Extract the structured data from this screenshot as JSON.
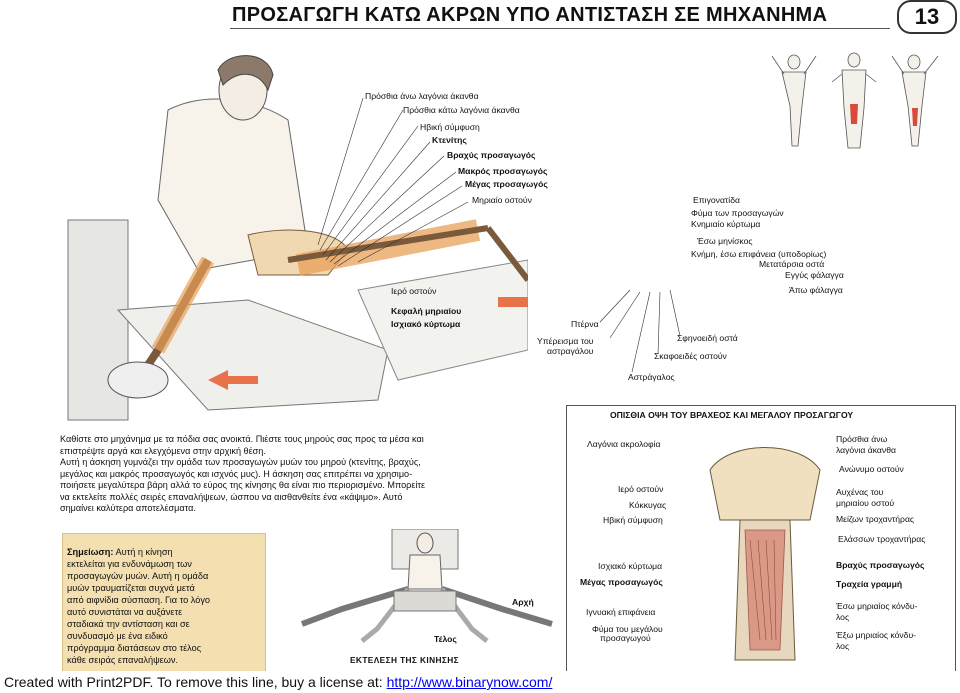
{
  "title": "ΠΡΟΣΑΓΩΓΗ ΚΑΤΩ ΑΚΡΩΝ ΥΠΟ ΑΝΤΙΣΤΑΣΗ ΣΕ ΜΗΧΑΝΗΜΑ",
  "page_number": "13",
  "top_labels": [
    {
      "text": "Πρόσθια άνω λαγόνια άκανθα",
      "bold": false
    },
    {
      "text": "Πρόσθια κάτω λαγόνια άκανθα",
      "bold": false
    },
    {
      "text": "Ηβική σύμφυση",
      "bold": false
    },
    {
      "text": "Κτενίτης",
      "bold": true
    },
    {
      "text": "Βραχύς προσαγωγός",
      "bold": true
    },
    {
      "text": "Μακρός προσαγωγός",
      "bold": true
    },
    {
      "text": "Μέγας προσαγωγός",
      "bold": true
    },
    {
      "text": "Μηριαίο οστούν",
      "bold": false
    }
  ],
  "right_labels": [
    "Επιγονατίδα",
    "Φύμα των προσαγωγών",
    "Κνημιαίο κύρτωμα",
    "Έσω μηνίσκος",
    "Κνήμη, έσω επιφάνεια (υποδορίως)",
    "Μετατάρσια οστά",
    "Εγγύς φάλαγγα",
    "Άπω φάλαγγα"
  ],
  "left_labels": [
    {
      "text": "Ιερό οστούν",
      "bold": false
    },
    {
      "text": "Κεφαλή μηριαίου",
      "bold": true
    },
    {
      "text": "Ισχιακό κύρτωμα",
      "bold": true
    }
  ],
  "foot_labels": {
    "pterna": "Πτέρνα",
    "yperisma1": "Υπέρεισμα του",
    "yperisma2": "αστραγάλου",
    "sfinoeidi": "Σφηνοειδή οστά",
    "skafoeides": "Σκαφοειδές οστούν",
    "astragalos": "Αστράγαλος"
  },
  "body_lines": [
    "Καθίστε στο μηχάνημα με τα πόδια σας ανοικτά. Πιέστε τους μηρούς σας προς τα μέσα και",
    "επιστρέψτε αργά και ελεγχόμενα στην αρχική θέση.",
    "Αυτή η άσκηση γυμνάζει την ομάδα των προσαγωγών μυών του μηρού (κτενίτης, βραχύς,",
    "μεγάλος και μακρός προσαγωγός και ισχνός μυς). Η άσκηση σας επιτρέπει να χρησιμο-",
    "ποιήσετε μεγαλύτερα βάρη αλλά το εύρος της κίνησης θα είναι πιο περιορισμένο. Μπορείτε",
    "να εκτελείτε πολλές σειρές επαναλήψεων, ώσπου να αισθανθείτε ένα «κάψιμο». Αυτό",
    "σημαίνει καλύτερα αποτελέσματα."
  ],
  "note": {
    "heading": "Σημείωση:",
    "lines": [
      "Αυτή η κίνηση",
      "εκτελείται για ενδυνάμωση των",
      "προσαγωγών μυών. Αυτή η ομάδα",
      "μυών τραυματίζεται συχνά μετά",
      "από αιφνίδια σύσπαση. Για το λόγο",
      "αυτό συνιστάται να αυξάνετε",
      "σταδιακά την αντίσταση και σε",
      "συνδυασμό με ένα ειδικό",
      "πρόγραμμα διατάσεων στο τέλος",
      "κάθε σειράς επαναλήψεων."
    ]
  },
  "execution": {
    "start": "Αρχή",
    "end": "Τέλος",
    "caption": "ΕΚΤΕΛΕΣΗ ΤΗΣ ΚΙΝΗΣΗΣ"
  },
  "rear_panel": {
    "title": "ΟΠΙΣΘΙΑ ΟΨΗ ΤΟΥ ΒΡΑΧΕΟΣ ΚΑΙ ΜΕΓΑΛΟΥ ΠΡΟΣΑΓΩΓΟΥ",
    "left": [
      {
        "text": "Λαγόνια ακρολοφία",
        "bold": false
      },
      {
        "text": "Ιερό οστούν",
        "bold": false
      },
      {
        "text": "Κόκκυγας",
        "bold": false
      },
      {
        "text": "Ηβική σύμφυση",
        "bold": false
      },
      {
        "text": "Ισχιακό κύρτωμα",
        "bold": false
      },
      {
        "text": "Μέγας προσαγωγός",
        "bold": true
      },
      {
        "text": "Ιγνυακή επιφάνεια",
        "bold": false
      },
      {
        "text": "Φύμα του μεγάλου",
        "bold": false
      },
      {
        "text": "προσαγωγού",
        "bold": false
      }
    ],
    "right": [
      {
        "text": "Πρόσθια άνω",
        "bold": false
      },
      {
        "text": "λαγόνια άκανθα",
        "bold": false
      },
      {
        "text": "Ανώνυμο οστούν",
        "bold": false
      },
      {
        "text": "Αυχένας του",
        "bold": false
      },
      {
        "text": "μηριαίου οστού",
        "bold": false
      },
      {
        "text": "Μείζων τροχαντήρας",
        "bold": false
      },
      {
        "text": "Ελάσσων τροχαντήρας",
        "bold": false
      },
      {
        "text": "Βραχύς προσαγωγός",
        "bold": true
      },
      {
        "text": "Τραχεία γραμμή",
        "bold": true
      },
      {
        "text": "Έσω μηριαίος κόνδυ-",
        "bold": false
      },
      {
        "text": "λος",
        "bold": false
      },
      {
        "text": "Έξω μηριαίος κόνδυ-",
        "bold": false
      },
      {
        "text": "λος",
        "bold": false
      }
    ]
  },
  "footer": {
    "prefix": "Created with Print2PDF. To remove this line, buy a license at: ",
    "link": "http://www.binarynow.com/"
  },
  "colors": {
    "muscle": "#e8a05a",
    "arrow": "#e8734a",
    "note_bg": "#f3dfb0",
    "link": "#0000ee"
  }
}
